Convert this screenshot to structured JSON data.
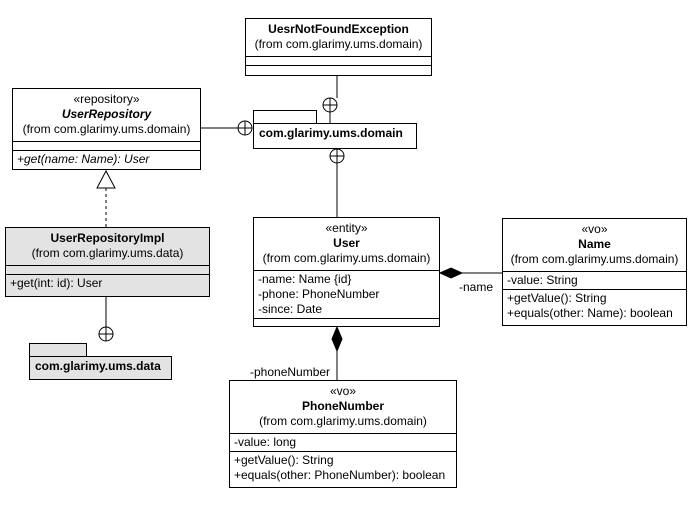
{
  "classes": {
    "exception": {
      "name": "UesrNotFoundException",
      "from": "(from com.glarimy.ums.domain)"
    },
    "repository": {
      "stereotype": "«repository»",
      "name": "UserRepository",
      "from": "(from com.glarimy.ums.domain)",
      "operations": [
        "+get(name: Name): User"
      ]
    },
    "repository_impl": {
      "name": "UserRepositoryImpl",
      "from": "(from com.glarimy.ums.data)",
      "operations": [
        "+get(int: id): User"
      ]
    },
    "user": {
      "stereotype": "«entity»",
      "name": "User",
      "from": "(from com.glarimy.ums.domain)",
      "attributes": [
        "-name: Name {id}",
        "-phone: PhoneNumber",
        "-since: Date"
      ]
    },
    "name_vo": {
      "stereotype": "«vo»",
      "name": "Name",
      "from": "(from com.glarimy.ums.domain)",
      "attributes": [
        "-value: String"
      ],
      "operations": [
        "+getValue(): String",
        "+equals(other: Name): boolean"
      ]
    },
    "phone_vo": {
      "stereotype": "«vo»",
      "name": "PhoneNumber",
      "from": "(from com.glarimy.ums.domain)",
      "attributes": [
        "-value: long"
      ],
      "operations": [
        "+getValue(): String",
        "+equals(other: PhoneNumber): boolean"
      ]
    }
  },
  "packages": {
    "domain": "com.glarimy.ums.domain",
    "data": "com.glarimy.ums.data"
  },
  "associations": {
    "name_role": "-name",
    "phone_role": "-phoneNumber"
  }
}
